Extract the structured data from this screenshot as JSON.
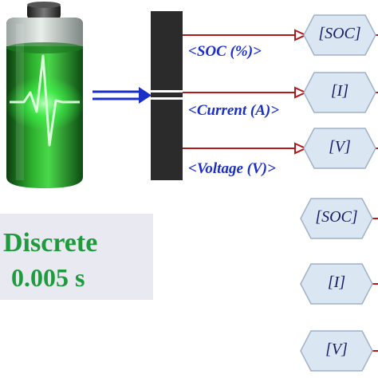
{
  "demux": {
    "outputs": [
      {
        "label": "<SOC (%)>"
      },
      {
        "label": "<Current (A)>"
      },
      {
        "label": "<Voltage (V)>"
      }
    ]
  },
  "powergui": {
    "line1": "Discrete",
    "line2": "0.005 s"
  },
  "goto_tags": [
    {
      "tag": "[SOC]"
    },
    {
      "tag": "[I]"
    },
    {
      "tag": "[V]"
    }
  ],
  "from_tags": [
    {
      "tag": "[SOC]"
    },
    {
      "tag": "[I]"
    },
    {
      "tag": "[V]"
    }
  ],
  "colors": {
    "signal_line": "#b01a1a",
    "bus_line": "#1a2ec8",
    "block_fill": "#dbe6f3",
    "block_stroke": "#9fb1c8",
    "powergui_text": "#1f9a3c",
    "powergui_bg": "#e9e9f2",
    "label_text": "#1a2ec8",
    "battery_glow": "#3cff4a"
  },
  "icons": [
    "battery-icon",
    "heartbeat-icon",
    "bus-arrow-icon",
    "demux-block-icon"
  ]
}
